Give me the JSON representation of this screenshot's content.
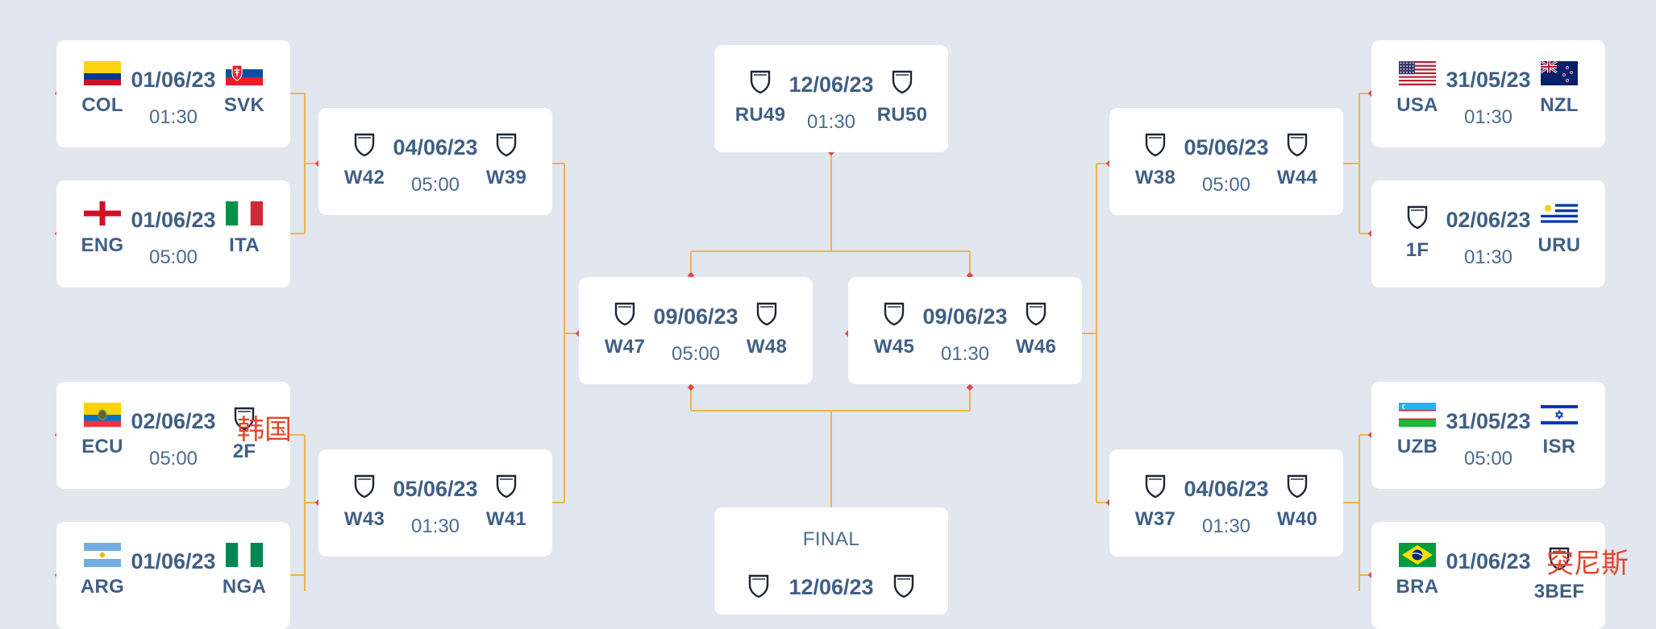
{
  "colors": {
    "background": "#e2e6ee",
    "card": "#ffffff",
    "text": "#3f5f86",
    "connector": "#eeb44c",
    "dot": "#e04b4b",
    "overlay_text": "#e4452d"
  },
  "matches": [
    {
      "id": "m-l1",
      "home": {
        "code": "COL",
        "icon": "flag-colombia"
      },
      "away": {
        "code": "SVK",
        "icon": "flag-slovakia"
      },
      "date": "01/06/23",
      "time": "01:30"
    },
    {
      "id": "m-l2",
      "home": {
        "code": "ENG",
        "icon": "flag-england"
      },
      "away": {
        "code": "ITA",
        "icon": "flag-italy"
      },
      "date": "01/06/23",
      "time": "05:00"
    },
    {
      "id": "m-l3",
      "home": {
        "code": "ECU",
        "icon": "flag-ecuador"
      },
      "away": {
        "code": "2F",
        "icon": "shield-icon"
      },
      "date": "02/06/23",
      "time": "05:00"
    },
    {
      "id": "m-l4",
      "home": {
        "code": "ARG",
        "icon": "flag-argentina"
      },
      "away": {
        "code": "NGA",
        "icon": "flag-nigeria"
      },
      "date": "01/06/23",
      "time": ""
    },
    {
      "id": "m-l5",
      "home": {
        "code": "W42",
        "icon": "shield-icon"
      },
      "away": {
        "code": "W39",
        "icon": "shield-icon"
      },
      "date": "04/06/23",
      "time": "05:00"
    },
    {
      "id": "m-l6",
      "home": {
        "code": "W43",
        "icon": "shield-icon"
      },
      "away": {
        "code": "W41",
        "icon": "shield-icon"
      },
      "date": "05/06/23",
      "time": "01:30"
    },
    {
      "id": "m-c1",
      "home": {
        "code": "W47",
        "icon": "shield-icon"
      },
      "away": {
        "code": "W48",
        "icon": "shield-icon"
      },
      "date": "09/06/23",
      "time": "05:00"
    },
    {
      "id": "m-c2",
      "home": {
        "code": "W45",
        "icon": "shield-icon"
      },
      "away": {
        "code": "W46",
        "icon": "shield-icon"
      },
      "date": "09/06/23",
      "time": "01:30"
    },
    {
      "id": "m-top",
      "home": {
        "code": "RU49",
        "icon": "shield-icon"
      },
      "away": {
        "code": "RU50",
        "icon": "shield-icon"
      },
      "date": "12/06/23",
      "time": "01:30"
    },
    {
      "id": "m-final",
      "home": {
        "code": "",
        "icon": "shield-icon"
      },
      "away": {
        "code": "",
        "icon": "shield-icon"
      },
      "date": "12/06/23",
      "time": "",
      "label": "FINAL"
    },
    {
      "id": "m-r5",
      "home": {
        "code": "W38",
        "icon": "shield-icon"
      },
      "away": {
        "code": "W44",
        "icon": "shield-icon"
      },
      "date": "05/06/23",
      "time": "05:00"
    },
    {
      "id": "m-r6",
      "home": {
        "code": "W37",
        "icon": "shield-icon"
      },
      "away": {
        "code": "W40",
        "icon": "shield-icon"
      },
      "date": "04/06/23",
      "time": "01:30"
    },
    {
      "id": "m-r1",
      "home": {
        "code": "USA",
        "icon": "flag-usa"
      },
      "away": {
        "code": "NZL",
        "icon": "flag-new-zealand"
      },
      "date": "31/05/23",
      "time": "01:30"
    },
    {
      "id": "m-r2",
      "home": {
        "code": "1F",
        "icon": "shield-icon"
      },
      "away": {
        "code": "URU",
        "icon": "flag-uruguay"
      },
      "date": "02/06/23",
      "time": "01:30"
    },
    {
      "id": "m-r3",
      "home": {
        "code": "UZB",
        "icon": "flag-uzbekistan"
      },
      "away": {
        "code": "ISR",
        "icon": "flag-israel"
      },
      "date": "31/05/23",
      "time": "05:00"
    },
    {
      "id": "m-r4",
      "home": {
        "code": "BRA",
        "icon": "flag-brazil"
      },
      "away": {
        "code": "3BEF",
        "icon": "shield-icon"
      },
      "date": "01/06/23",
      "time": ""
    }
  ],
  "overlays": [
    {
      "id": "korea-label",
      "text": "韩国"
    },
    {
      "id": "tunisia-label",
      "text": "突尼斯"
    }
  ]
}
